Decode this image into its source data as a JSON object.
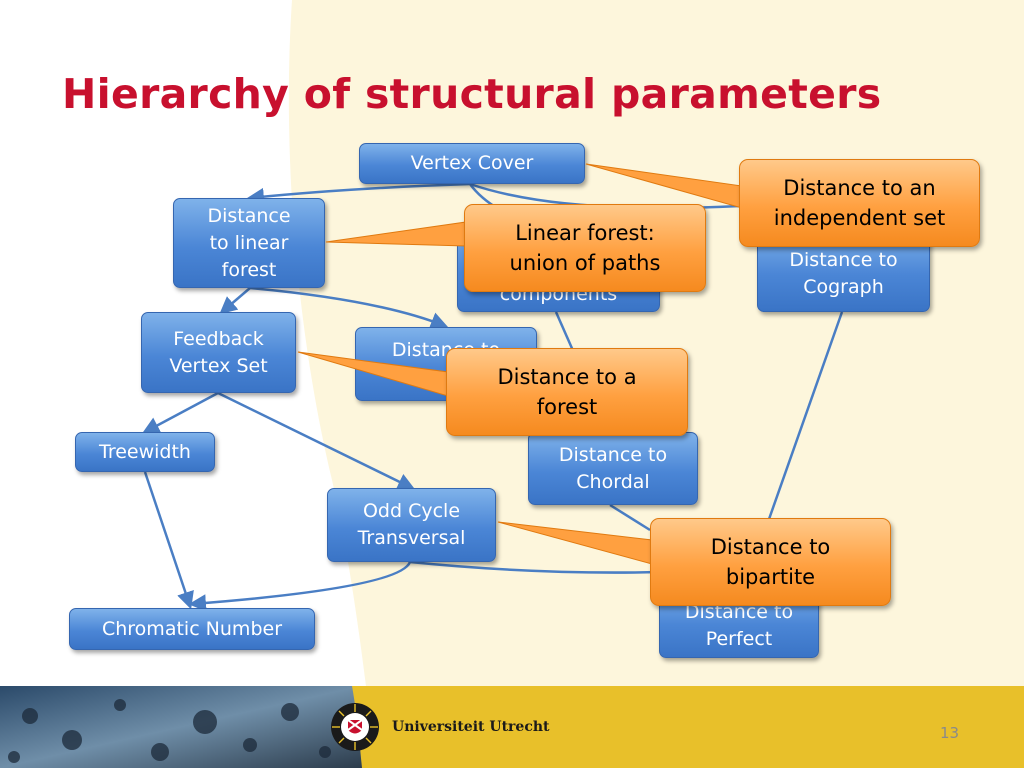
{
  "slide": {
    "title": "Hierarchy of structural parameters",
    "page_number": "13",
    "footer_brand": "Universiteit Utrecht"
  },
  "nodes": {
    "vertex_cover": "Vertex Cover",
    "distance_linear_forest": "Distance\nto linear\nforest",
    "components": "components",
    "distance_cograph": "Distance to\nCograph",
    "feedback_vertex_set": "Feedback\nVertex Set",
    "distance_interval": "Distance to\nInterval",
    "treewidth": "Treewidth",
    "distance_chordal": "Distance to\nChordal",
    "odd_cycle_transversal": "Odd Cycle\nTransversal",
    "chromatic_number": "Chromatic Number",
    "distance_perfect": "Distance to\nPerfect"
  },
  "callouts": {
    "independent_set": "Distance to an\nindependent set",
    "linear_forest": "Linear forest:\nunion of paths",
    "forest": "Distance to a\nforest",
    "bipartite": "Distance to\nbipartite"
  },
  "colors": {
    "title": "#c8102e",
    "node_fill": "#4b86d6",
    "callout_fill": "#ffa040",
    "background_cream": "#fdf6dc",
    "footer_gold": "#e8c02a"
  }
}
